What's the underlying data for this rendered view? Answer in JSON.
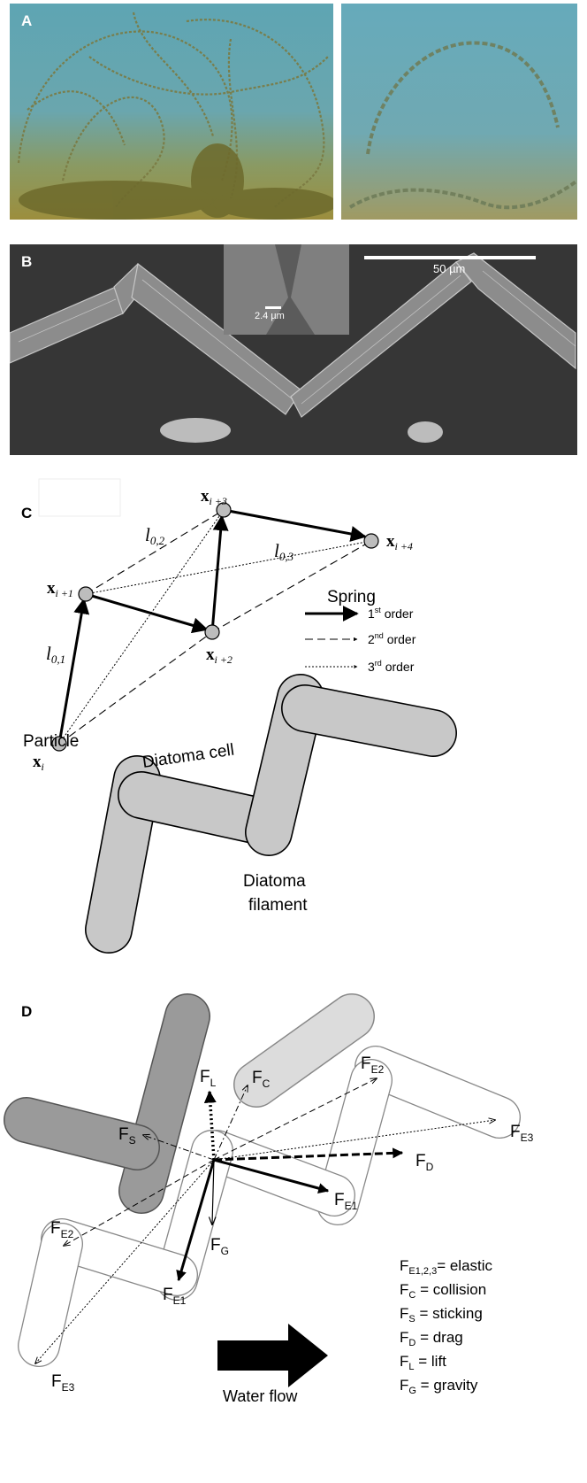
{
  "panels": {
    "a": {
      "label": "A"
    },
    "b": {
      "label": "B",
      "scale_bar": "50 µm",
      "inset_scale": "2.4 µm"
    },
    "c": {
      "label": "C",
      "nodes": {
        "xi": "x",
        "xi_sub": "i",
        "x1": "x",
        "x1_sub": "i +1",
        "x2": "x",
        "x2_sub": "i +2",
        "x3": "x",
        "x3_sub": "i +3",
        "x4": "x",
        "x4_sub": "i +4"
      },
      "lengths": {
        "l01": "l",
        "l01_sub": "0,1",
        "l02": "l",
        "l02_sub": "0,2",
        "l03": "l",
        "l03_sub": "0,3"
      },
      "legend_title": "Spring",
      "legend": [
        {
          "num": "1",
          "sup": "st",
          "text": " order"
        },
        {
          "num": "2",
          "sup": "nd",
          "text": " order"
        },
        {
          "num": "3",
          "sup": "rd",
          "text": " order"
        }
      ],
      "particle": "Particle",
      "cell": "Diatoma cell",
      "filament_1": "Diatoma",
      "filament_2": "filament"
    },
    "d": {
      "label": "D",
      "forces": {
        "fl": {
          "main": "F",
          "sub": "L"
        },
        "fc": {
          "main": "F",
          "sub": "C"
        },
        "fe2_top": {
          "main": "F",
          "sub": "E2"
        },
        "fe3_top": {
          "main": "F",
          "sub": "E3"
        },
        "fs": {
          "main": "F",
          "sub": "S"
        },
        "fd": {
          "main": "F",
          "sub": "D"
        },
        "fe1_right": {
          "main": "F",
          "sub": "E1"
        },
        "fe2_left": {
          "main": "F",
          "sub": "E2"
        },
        "fg": {
          "main": "F",
          "sub": "G"
        },
        "fe1_bottom": {
          "main": "F",
          "sub": "E1"
        },
        "fe3_bottom": {
          "main": "F",
          "sub": "E3"
        }
      },
      "legend": [
        {
          "sym": "F",
          "sub": "E1,2,3",
          "text": "= elastic"
        },
        {
          "sym": "F",
          "sub": "C",
          "text": " = collision"
        },
        {
          "sym": "F",
          "sub": "S",
          "text": " = sticking"
        },
        {
          "sym": "F",
          "sub": "D",
          "text": " = drag"
        },
        {
          "sym": "F",
          "sub": "L",
          "text": " = lift"
        },
        {
          "sym": "F",
          "sub": "G",
          "text": " = gravity"
        }
      ],
      "water_flow": "Water flow"
    }
  }
}
